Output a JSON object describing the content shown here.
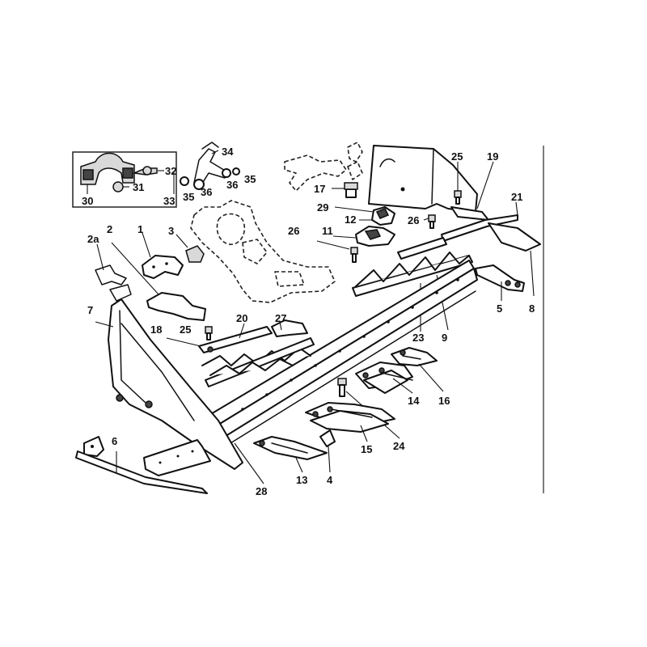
{
  "diagram": {
    "labels": {
      "p1": "1",
      "p2": "2",
      "p2a": "2a",
      "p3": "3",
      "p4": "4",
      "p5": "5",
      "p6": "6",
      "p7": "7",
      "p8": "8",
      "p9": "9",
      "p11": "11",
      "p12": "12",
      "p13": "13",
      "p14": "14",
      "p15": "15",
      "p16": "16",
      "p17": "17",
      "p18": "18",
      "p19": "19",
      "p20": "20",
      "p21": "21",
      "p23": "23",
      "p24": "24",
      "p25a": "25",
      "p25b": "25",
      "p26a": "26",
      "p26b": "26",
      "p27": "27",
      "p28": "28",
      "p29": "29",
      "p30": "30",
      "p31": "31",
      "p32": "32",
      "p33": "33",
      "p34": "34",
      "p35a": "35",
      "p35b": "35",
      "p36a": "36",
      "p36b": "36"
    }
  }
}
